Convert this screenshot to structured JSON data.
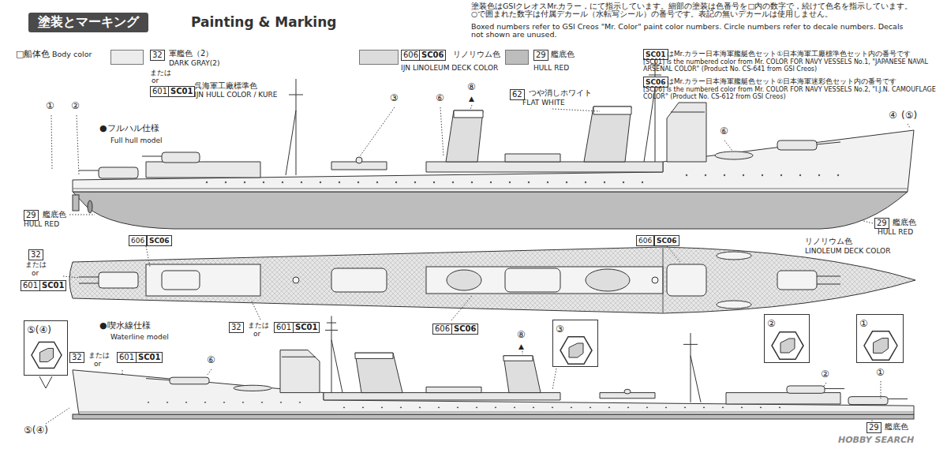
{
  "diagram": {
    "title": "塗装とマーキング",
    "nodes": [
      {
        "text": [
          "⑤(④)"
        ]
      },
      {
        "text": [
          "③"
        ]
      },
      {
        "text": [
          "②"
        ]
      },
      {
        "text": [
          "①"
        ]
      }
    ],
    "labels": [
      "Painting & Marking",
      "塗装色はGSIクレオスMr.カラー，にて指示しています。細部の塗装は色番号を□内の数字で，続けて色名を指示しています。○で囲まれた数字は付属デカール（水転写シール）の番号です。表記の無いデカールは使用しません。",
      "Boxed numbers refer to GSI Creos \"Mr. Color\" paint color numbers. Circle numbers refer to decale numbers. Decals not shown are unused.",
      "□船体色",
      "Body color",
      "32",
      "DARK GRAY(2)",
      "または",
      "or",
      "601",
      "SC01",
      "呉海軍工廠標準色",
      "IJN HULL COLOR / KURE",
      "606",
      "SC06",
      "IJN LINOLEUM DECK COLOR",
      "29",
      "HULL RED",
      "SC01",
      "はMr.カラー日本海軍艦艇色セット①日本海軍工廠標準色セット内の番号です",
      "[SC01] is the numbered color from Mr. COLOR FOR NAVY VESSELS No.1, \"JAPANESE NAVAL ARSENAL COLOR\" (Product No. CS-641 from GSI Creos)",
      "SC06",
      "はMr.カラー日本海軍艦艇色セット②日本海軍迷彩色セット内の番号です",
      "[SC06] is the numbered color from Mr. COLOR FOR NAVY VESSELS No.2, \"I.J.N. CAMOUFLAGE COLOR\" (Product No. CS-612 from GSI Creos)",
      "●フルハル仕様",
      "Full hull model",
      "①",
      "②",
      "③",
      "⑥",
      "⑧",
      "▲",
      "62",
      "つや消しホワイト",
      "FLAT WHITE",
      "⑥",
      "④",
      "(⑤)",
      "29",
      "艦底色",
      "HULL RED",
      "29",
      "艦底色",
      "HULL RED",
      "606",
      "SC06",
      "32",
      "または",
      "or",
      "601",
      "SC01",
      "606",
      "SC06",
      "リノリウム色",
      "LINOLEUM DECK COLOR",
      "32",
      "または",
      "or",
      "601",
      "SC01",
      "606",
      "SC06",
      "●喫水線仕様",
      "Waterline model",
      "32",
      "または",
      "or",
      "601",
      "SC01",
      "⑥",
      "⑧",
      "▲",
      "②",
      "①",
      "⑤(④)",
      "29",
      "艦底色",
      "HOBBY SEARCH"
    ],
    "legend": [
      {
        "text": "軍艦色（2）",
        "color": "#ececec"
      },
      {
        "text": "リノリウム色",
        "color": "#dcdcdc"
      },
      {
        "text": "艦底色",
        "color": "#bdbdbd"
      }
    ]
  }
}
